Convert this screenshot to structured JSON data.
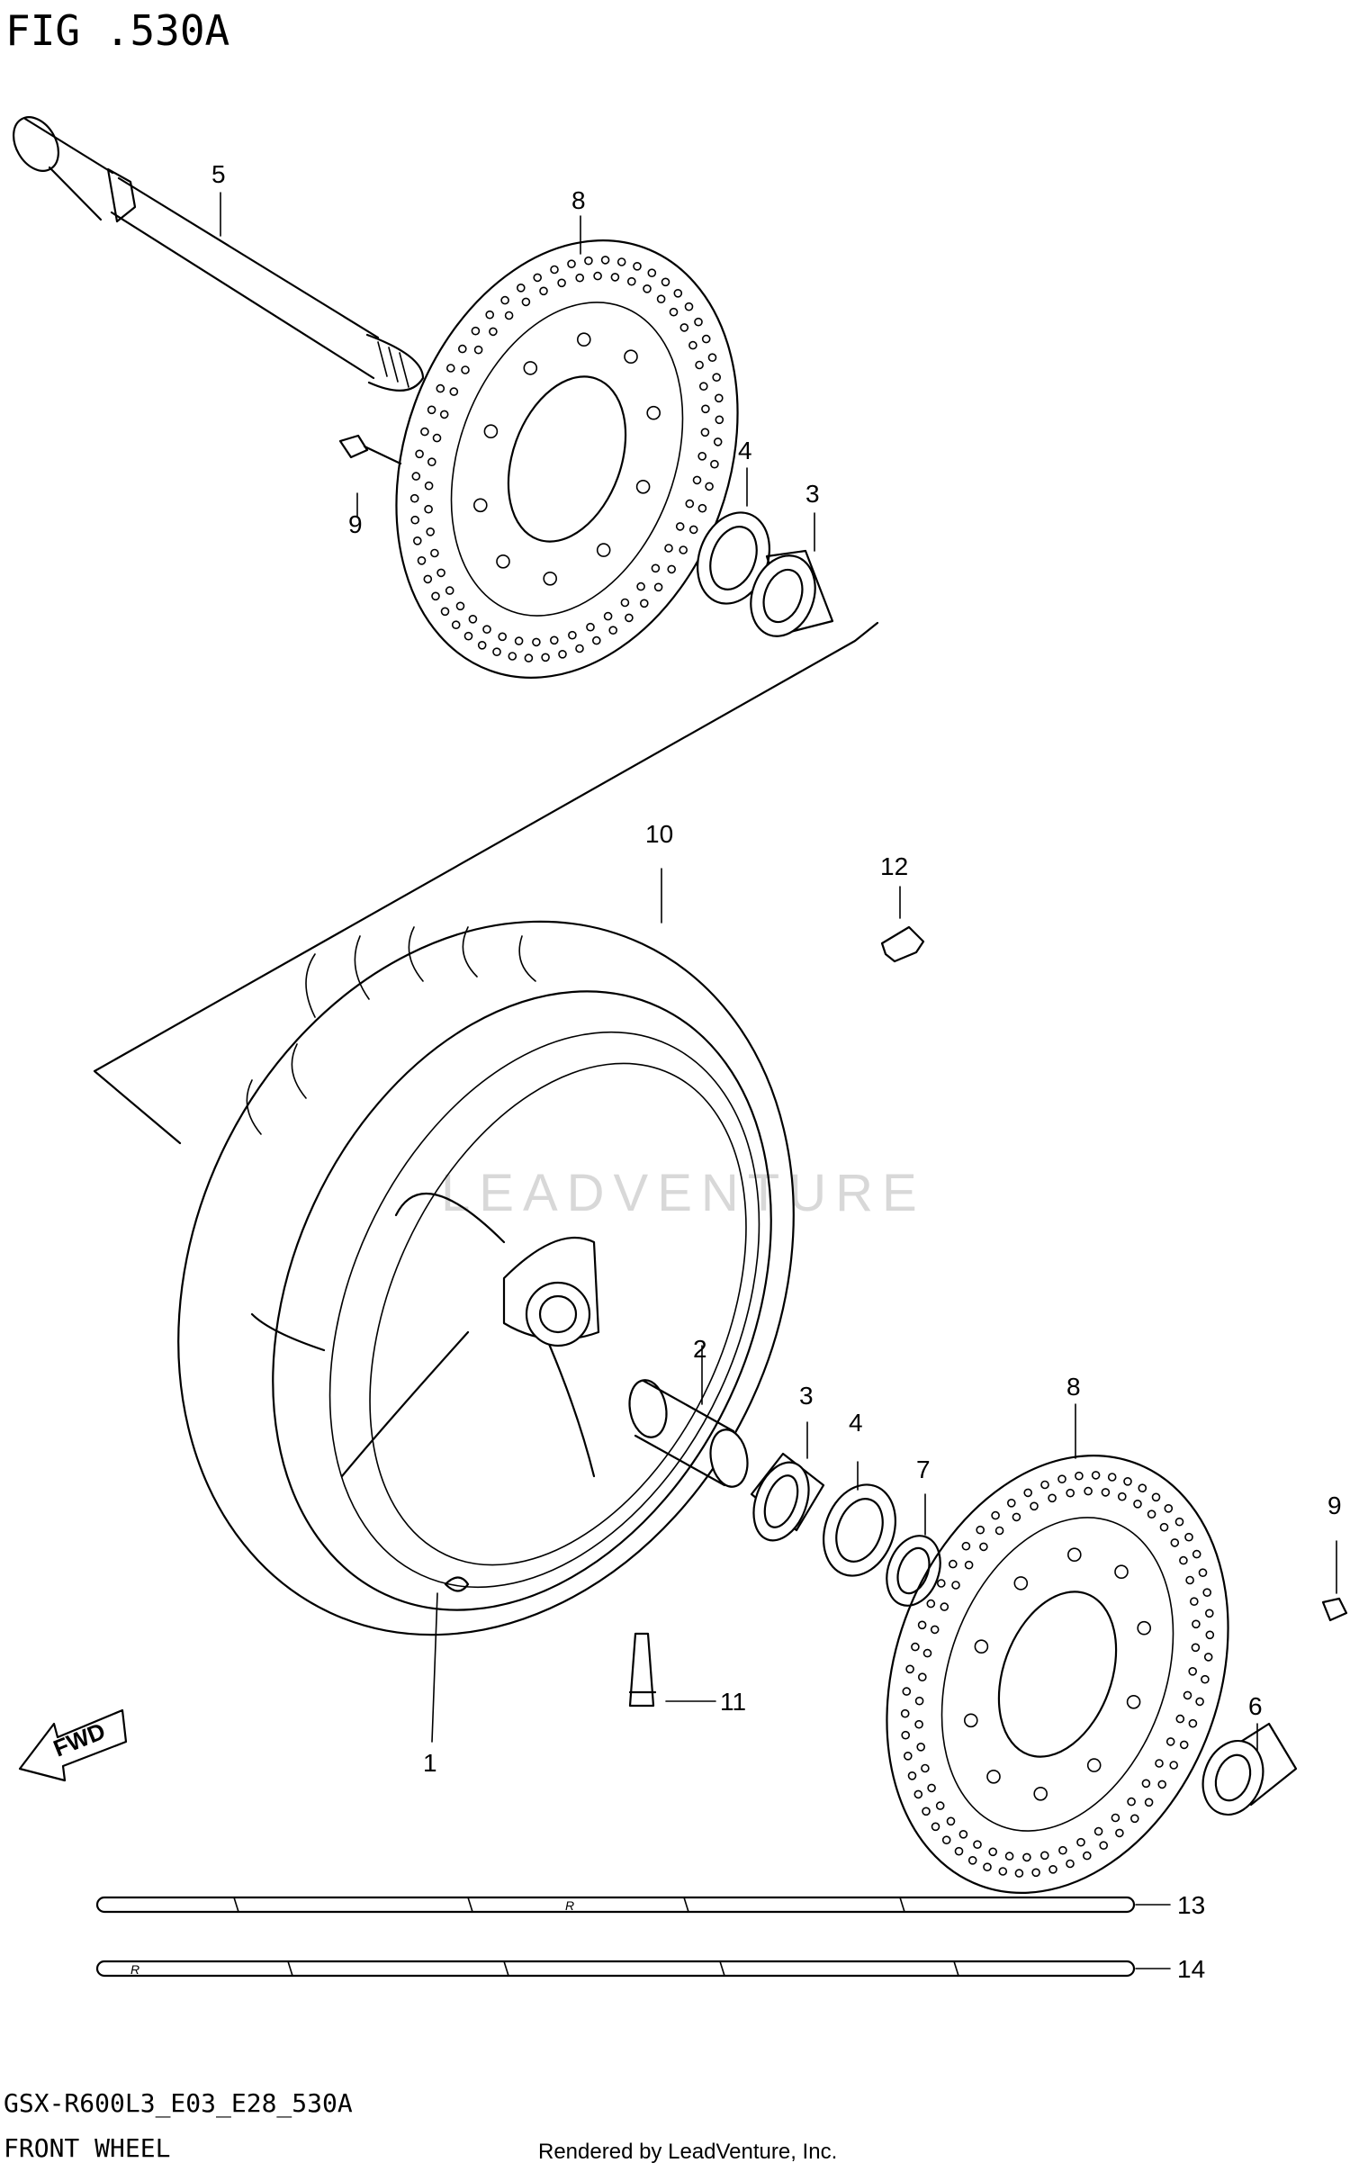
{
  "figure_title": "FIG .530A",
  "footer": {
    "code": "GSX-R600L3_E03_E28_530A",
    "name": "FRONT WHEEL",
    "credit": "Rendered by LeadVenture, Inc."
  },
  "watermark": "LEADVENTURE",
  "fwd_label": "FWD",
  "callouts": {
    "c1": "1",
    "c2": "2",
    "c3a": "3",
    "c3b": "3",
    "c4a": "4",
    "c4b": "4",
    "c5": "5",
    "c6": "6",
    "c7": "7",
    "c8a": "8",
    "c8b": "8",
    "c9a": "9",
    "c9b": "9",
    "c10": "10",
    "c11": "11",
    "c12": "12",
    "c13": "13",
    "c14": "14"
  },
  "tape_marks": {
    "mark_13": "R",
    "mark_14": "R"
  }
}
